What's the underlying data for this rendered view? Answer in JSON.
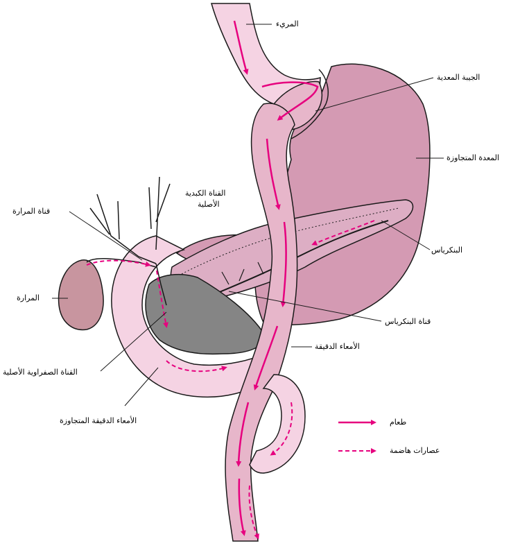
{
  "labels": {
    "esophagus": "المريء",
    "gastric_pouch": "الجيبة المعدية",
    "bypassed_stomach": "المعدة المتجاوزة",
    "gallbladder_duct": "قناة المرارة",
    "common_bile_duct_line1": "القناة الكبدية",
    "common_bile_duct_line2": "الأصلية",
    "pancreas": "البنكرياس",
    "gallbladder": "المرارة",
    "pancreatic_duct": "قناة البنكرياس",
    "small_intestine": "الأمعاء الدقيقة",
    "common_bile_duct_main": "القناة الصفراوية الأصلية",
    "bypassed_small_intestine": "الأمعاء الدقيقة المتجاوزة"
  },
  "legend": {
    "food": "طعام",
    "digestive_juices": "عصارات هاضمة"
  },
  "colors": {
    "stomach": "#d49ab3",
    "intestine": "#f5d3e3",
    "intestine_dark": "#e7b6ca",
    "duodenum_dark": "#858585",
    "gallbladder": "#c8959f",
    "arrow": "#e6007e",
    "outline": "#1a1a1a"
  }
}
